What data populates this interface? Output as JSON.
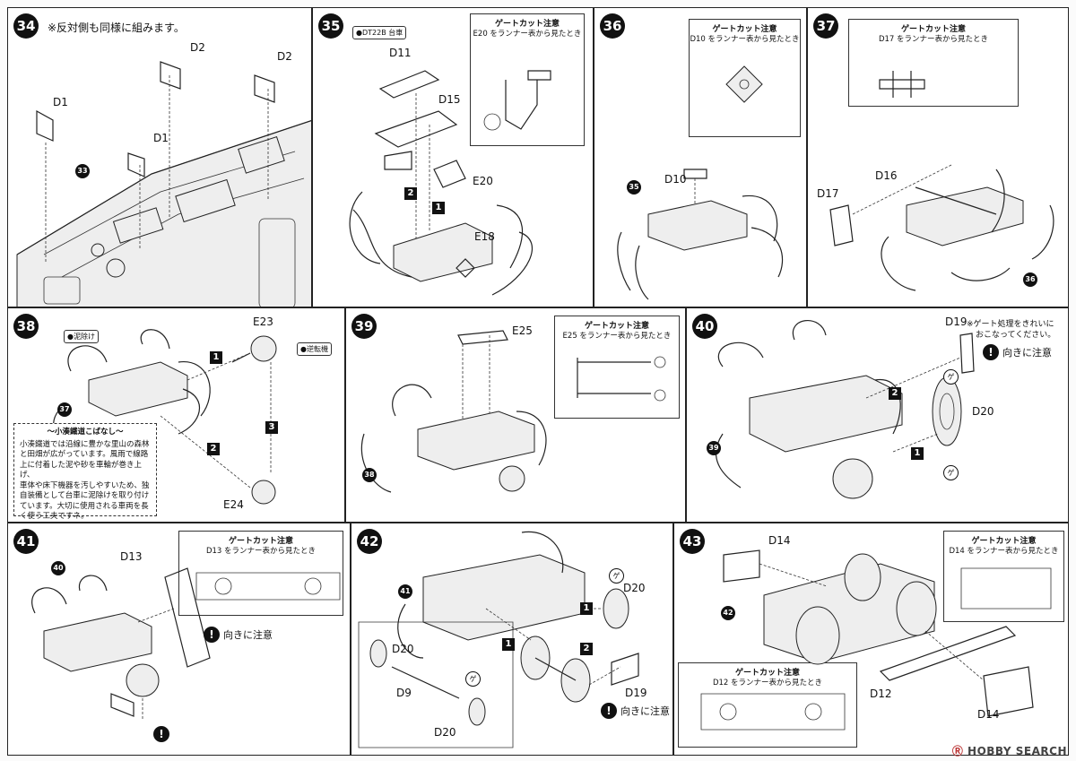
{
  "steps": {
    "s34": {
      "num": "34",
      "text": "※反対側も同様に組みます。",
      "labels": {
        "d1a": "D1",
        "d2a": "D2",
        "d2b": "D2",
        "d1b": "D1"
      },
      "ref": "33"
    },
    "s35": {
      "num": "35",
      "badge": "●DT22B 台車",
      "labels": {
        "d11": "D11",
        "d15": "D15",
        "e20": "E20",
        "e18": "E18"
      },
      "callout": {
        "title": "ゲートカット注意",
        "desc": "E20 をランナー表から見たとき"
      },
      "orders": {
        "a": "2",
        "b": "1"
      }
    },
    "s36": {
      "num": "36",
      "labels": {
        "d10": "D10"
      },
      "ref": "35",
      "callout": {
        "title": "ゲートカット注意",
        "desc": "D10 をランナー表から見たとき"
      }
    },
    "s37": {
      "num": "37",
      "labels": {
        "d17": "D17",
        "d16": "D16"
      },
      "ref": "36",
      "callout": {
        "title": "ゲートカット注意",
        "desc": "D17 をランナー表から見たとき"
      }
    },
    "s38": {
      "num": "38",
      "badge1": "●泥除け",
      "badge2": "●逆転機",
      "labels": {
        "e23": "E23",
        "e24": "E24"
      },
      "ref": "37",
      "orders": {
        "a": "1",
        "b": "2",
        "c": "3"
      },
      "note": {
        "title": "〜小湊鐵道こばなし〜",
        "lines": [
          "小湊鐵道では沿線に豊かな里山の森林",
          "と田畑が広がっています。風雨で線路",
          "上に付着した泥や砂を車輪が巻き上げ、",
          "車体や床下機器を汚しやすいため、独",
          "自装備として台車に泥除けを取り付け",
          "ています。大切に使用される車両を長",
          "く使う工夫ですネ。"
        ]
      }
    },
    "s39": {
      "num": "39",
      "labels": {
        "e25": "E25"
      },
      "ref": "38",
      "callout": {
        "title": "ゲートカット注意",
        "desc": "E25 をランナー表から見たとき"
      }
    },
    "s40": {
      "num": "40",
      "labels": {
        "d19": "D19",
        "d20": "D20"
      },
      "gate_note": [
        "※ゲート処理をきれいに",
        "おこなってください。"
      ],
      "warning": "向きに注意",
      "ref": "39",
      "orders": {
        "a": "2",
        "b": "1"
      }
    },
    "s41": {
      "num": "41",
      "labels": {
        "d13": "D13"
      },
      "ref": "40",
      "callout": {
        "title": "ゲートカット注意",
        "desc": "D13 をランナー表から見たとき"
      },
      "warning": "向きに注意"
    },
    "s42": {
      "num": "42",
      "labels": {
        "d20a": "D20",
        "d20b": "D20",
        "d20c": "D20",
        "d9": "D9",
        "d19": "D19"
      },
      "ref": "41",
      "warning": "向きに注意",
      "orders": {
        "a": "1",
        "b": "1",
        "c": "2"
      }
    },
    "s43": {
      "num": "43",
      "labels": {
        "d14a": "D14",
        "d14b": "D14",
        "d12": "D12"
      },
      "ref": "42",
      "callout1": {
        "title": "ゲートカット注意",
        "desc": "D14 をランナー表から見たとき"
      },
      "callout2": {
        "title": "ゲートカット注意",
        "desc": "D12 をランナー表から見たとき"
      }
    }
  },
  "footer": {
    "brand_r": "Ⓡ",
    "brand": "HOBBY SEARCH"
  }
}
